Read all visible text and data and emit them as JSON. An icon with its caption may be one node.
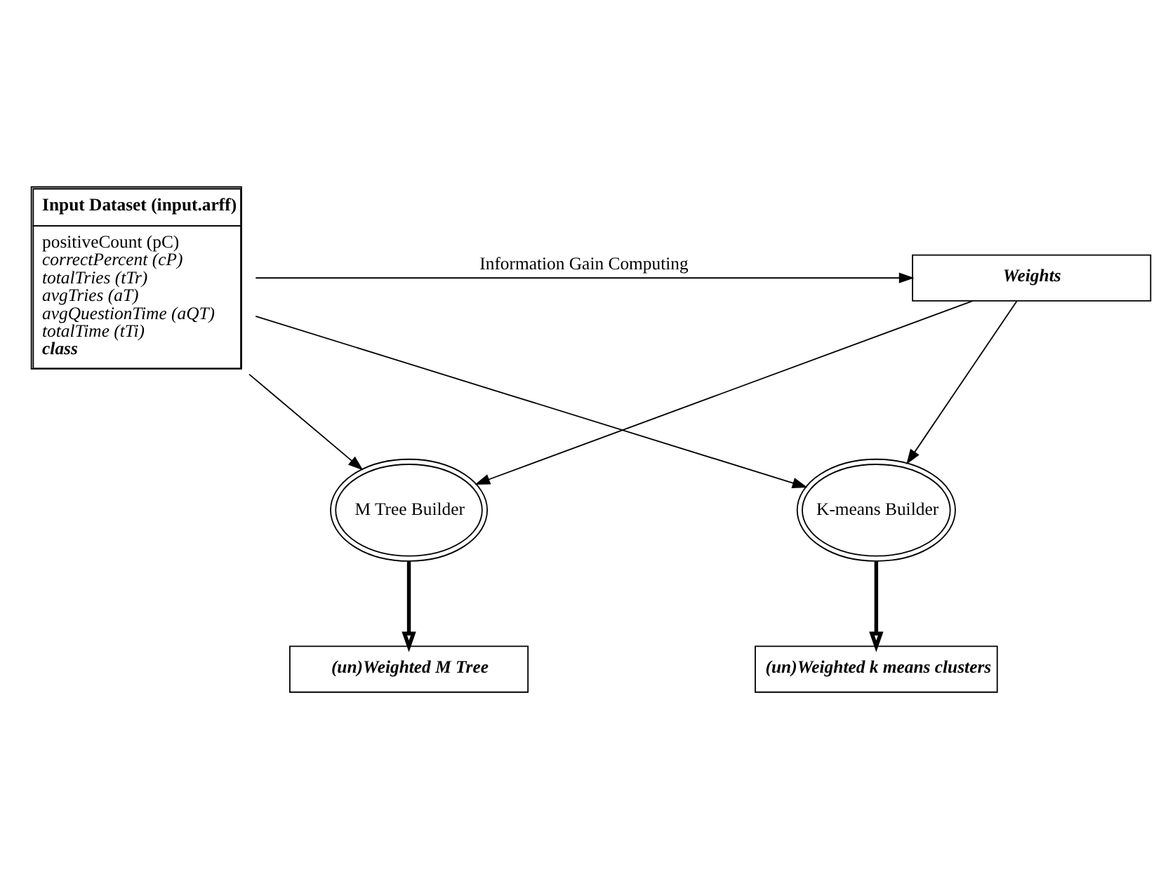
{
  "diagram": {
    "nodes": [
      {
        "text": [
          "Input Dataset (input.arff)",
          "positiveCount (pC)",
          "correctPercent (cP)",
          "totalTries (tTr)",
          "avgTries (aT)",
          "avgQuestionTime (aQT)",
          "totalTime (tTi)",
          "class"
        ]
      },
      {
        "text": [
          "Weights"
        ]
      },
      {
        "text": [
          "M Tree Builder"
        ]
      },
      {
        "text": [
          "K-means Builder"
        ]
      },
      {
        "text": [
          "(un)Weighted M Tree"
        ]
      },
      {
        "text": [
          "(un)Weighted k means clusters"
        ]
      }
    ],
    "edges": [
      {
        "from": 0,
        "to": 1,
        "arrow": "to",
        "label": "Information Gain Computing"
      },
      {
        "from": 0,
        "to": 2,
        "arrow": "to"
      },
      {
        "from": 0,
        "to": 3,
        "arrow": "to"
      },
      {
        "from": 1,
        "to": 2,
        "arrow": "to"
      },
      {
        "from": 1,
        "to": 3,
        "arrow": "to"
      },
      {
        "from": 2,
        "to": 4,
        "arrow": "to",
        "style": "thick"
      },
      {
        "from": 3,
        "to": 5,
        "arrow": "to",
        "style": "thick"
      }
    ]
  }
}
